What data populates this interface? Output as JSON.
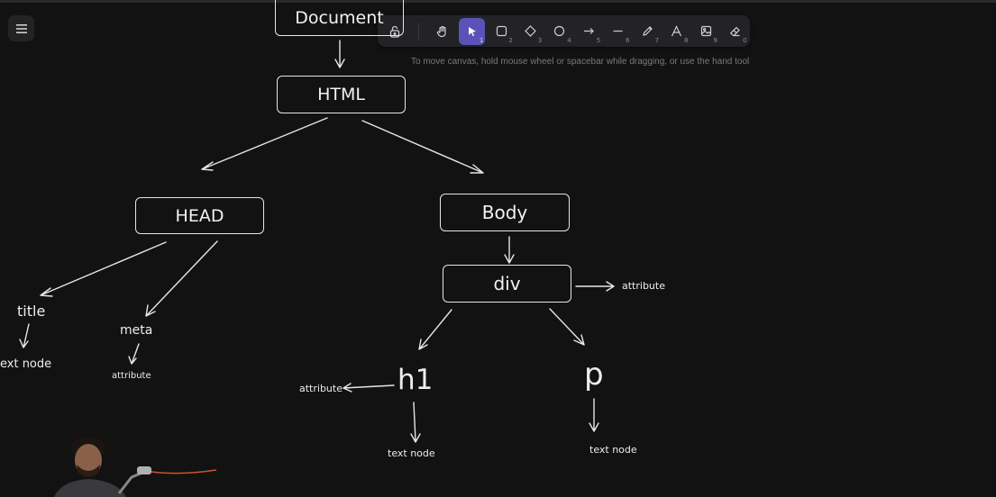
{
  "toolbar": {
    "tools": [
      {
        "name": "lock",
        "key": ""
      },
      {
        "name": "hand",
        "key": ""
      },
      {
        "name": "selection",
        "key": "1"
      },
      {
        "name": "rectangle",
        "key": "2"
      },
      {
        "name": "diamond",
        "key": "3"
      },
      {
        "name": "ellipse",
        "key": "4"
      },
      {
        "name": "arrow",
        "key": "5"
      },
      {
        "name": "line",
        "key": "6"
      },
      {
        "name": "draw",
        "key": "7"
      },
      {
        "name": "text",
        "key": "8"
      },
      {
        "name": "image",
        "key": "9"
      },
      {
        "name": "eraser",
        "key": "0"
      }
    ],
    "active_tool": "selection",
    "accent": "#5a52b8"
  },
  "hint": "To move canvas, hold mouse wheel or spacebar while dragging, or use the hand tool",
  "diagram": {
    "document": "Document",
    "html": "HTML",
    "head": "HEAD",
    "body": "Body",
    "div": "div",
    "div_attribute": "attribute",
    "title": "title",
    "title_text_node": "ext node",
    "meta": "meta",
    "meta_attribute": "attribute",
    "h1": "h1",
    "h1_attribute": "attribute",
    "h1_text_node": "text node",
    "p": "p",
    "p_text_node": "text node"
  }
}
